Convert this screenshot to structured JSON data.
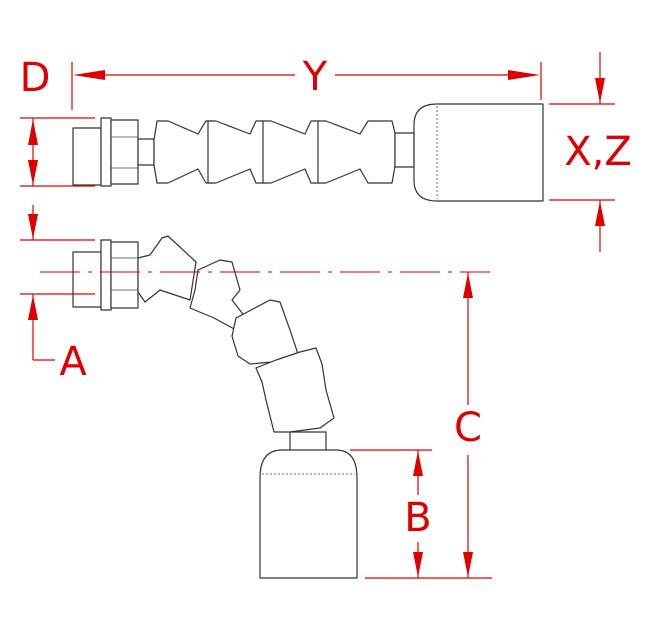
{
  "labels": {
    "d": "D",
    "y": "Y",
    "xz": "X,Z",
    "a": "A",
    "b": "B",
    "c": "C"
  },
  "colors": {
    "dimension": "#e00000",
    "outline": "#333333"
  }
}
